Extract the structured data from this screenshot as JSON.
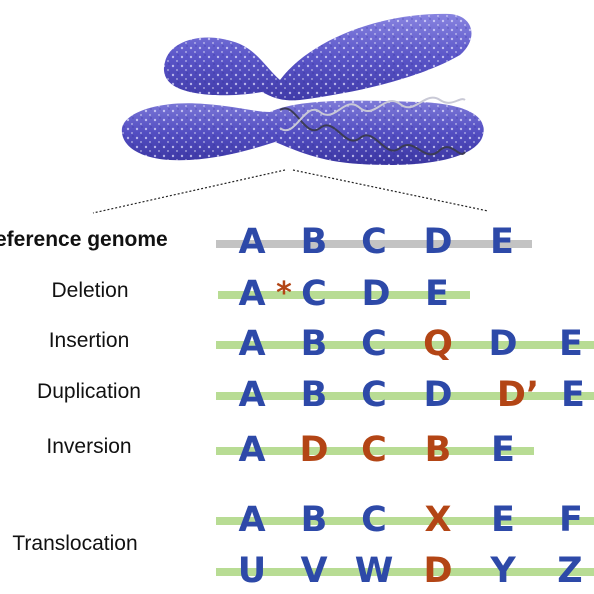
{
  "colors": {
    "unchanged_base": "#2d49a8",
    "changed_base": "#b34515",
    "reference_line": "#c3c3c3",
    "variant_line": "#b8dc94",
    "chromosome": "#5a55c8"
  },
  "rows": [
    {
      "label": "eference genome",
      "letters": [
        {
          "text": "A",
          "changed": false
        },
        {
          "text": "B",
          "changed": false
        },
        {
          "text": "C",
          "changed": false
        },
        {
          "text": "D",
          "changed": false
        },
        {
          "text": "E",
          "changed": false
        }
      ]
    },
    {
      "label": "Deletion",
      "letters": [
        {
          "text": "A",
          "changed": false
        },
        {
          "text": "*",
          "changed": true
        },
        {
          "text": "C",
          "changed": false
        },
        {
          "text": "D",
          "changed": false
        },
        {
          "text": "E",
          "changed": false
        }
      ]
    },
    {
      "label": "Insertion",
      "letters": [
        {
          "text": "A",
          "changed": false
        },
        {
          "text": "B",
          "changed": false
        },
        {
          "text": "C",
          "changed": false
        },
        {
          "text": "Q",
          "changed": true
        },
        {
          "text": "D",
          "changed": false
        },
        {
          "text": "E",
          "changed": false
        }
      ]
    },
    {
      "label": "Duplication",
      "letters": [
        {
          "text": "A",
          "changed": false
        },
        {
          "text": "B",
          "changed": false
        },
        {
          "text": "C",
          "changed": false
        },
        {
          "text": "D",
          "changed": false
        },
        {
          "text": "D’",
          "changed": true
        },
        {
          "text": "E",
          "changed": false
        }
      ]
    },
    {
      "label": "Inversion",
      "letters": [
        {
          "text": "A",
          "changed": false
        },
        {
          "text": "D",
          "changed": true
        },
        {
          "text": "C",
          "changed": true
        },
        {
          "text": "B",
          "changed": true
        },
        {
          "text": "E",
          "changed": false
        }
      ]
    },
    {
      "label": "Translocation",
      "letters": [
        {
          "text": "A",
          "changed": false
        },
        {
          "text": "B",
          "changed": false
        },
        {
          "text": "C",
          "changed": false
        },
        {
          "text": "X",
          "changed": true
        },
        {
          "text": "E",
          "changed": false
        },
        {
          "text": "F",
          "changed": false
        }
      ]
    },
    {
      "label": "",
      "letters": [
        {
          "text": "U",
          "changed": false
        },
        {
          "text": "V",
          "changed": false
        },
        {
          "text": "W",
          "changed": false
        },
        {
          "text": "D",
          "changed": true
        },
        {
          "text": "Y",
          "changed": false
        },
        {
          "text": "Z",
          "changed": false
        }
      ]
    }
  ]
}
